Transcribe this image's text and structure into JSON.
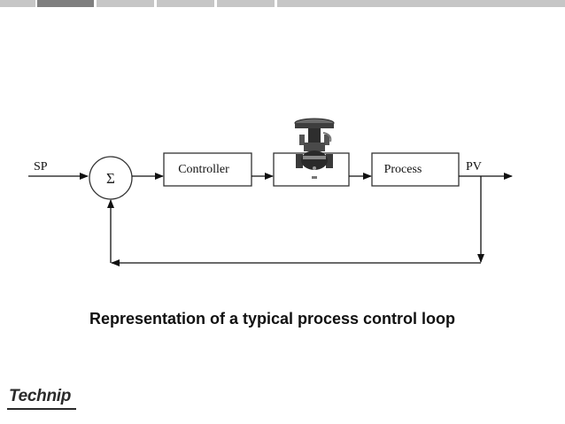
{
  "diagram": {
    "setpoint_label": "SP",
    "summing_symbol": "Σ",
    "controller_label": "Controller",
    "process_label": "Process",
    "process_variable_label": "PV",
    "valve_icon": "control-valve-icon"
  },
  "caption": "Representation of a typical process control loop",
  "logo_text": "Technip",
  "colors": {
    "topbar_dark": "#7f7f7f",
    "topbar_light": "#c6c6c6",
    "line": "#111111",
    "box_border": "#333333"
  }
}
